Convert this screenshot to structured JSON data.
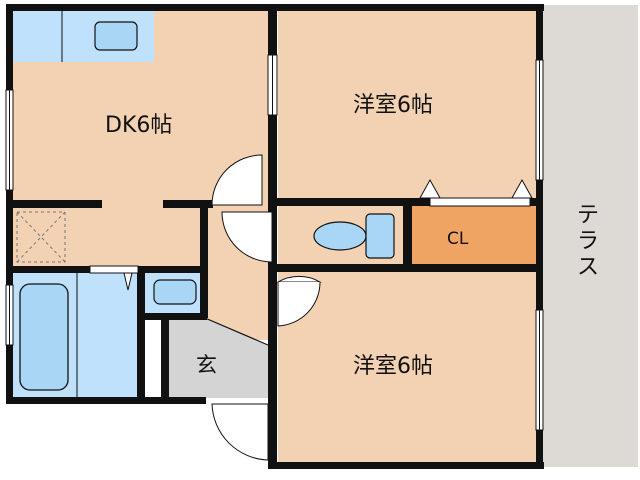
{
  "rooms": {
    "dk": {
      "label": "DK6帖"
    },
    "western_upper": {
      "label": "洋室6帖"
    },
    "western_lower": {
      "label": "洋室6帖"
    },
    "closet": {
      "label": "CL"
    },
    "entrance": {
      "label": "玄"
    }
  },
  "terrace": {
    "chars": [
      "テ",
      "ラ",
      "ス"
    ]
  },
  "colors": {
    "room_floor": "#f3d2b4",
    "wet_area": "#bfe1fb",
    "fixture": "#a9d6f5",
    "closet": "#f0a463",
    "entrance": "#d4d4d4",
    "terrace": "#ddd9d4",
    "wall": "#111111"
  }
}
